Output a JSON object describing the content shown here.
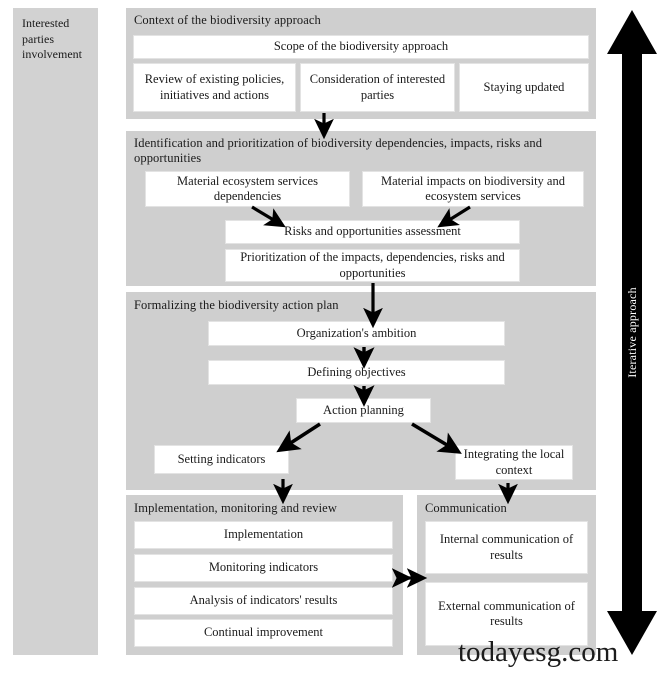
{
  "sidebar": {
    "label": "Interested parties involvement"
  },
  "iterative": {
    "label": "Iterative approach",
    "direction": "double-vertical"
  },
  "watermark": {
    "text": "todayesg.com"
  },
  "colors": {
    "panel_bg": "#cfcfcf",
    "sidebar_bg": "#d2d2d2",
    "box_bg": "#ffffff",
    "box_border": "#e3e3e3",
    "arrow": "#000000",
    "text": "#1a1a1a",
    "iterative_text": "#ffffff"
  },
  "sections": [
    {
      "id": "context",
      "title": "Context of the biodiversity approach",
      "boxes": [
        {
          "id": "scope",
          "label": "Scope of the biodiversity approach"
        },
        {
          "id": "review",
          "label": "Review of existing policies, initiatives and actions"
        },
        {
          "id": "consideration",
          "label": "Consideration of interested parties"
        },
        {
          "id": "staying",
          "label": "Staying updated"
        }
      ]
    },
    {
      "id": "identification",
      "title": "Identification and prioritization of biodiversity dependencies, impacts, risks and opportunities",
      "boxes": [
        {
          "id": "material-dependencies",
          "label": "Material ecosystem services dependencies"
        },
        {
          "id": "material-impacts",
          "label": "Material impacts on biodiversity and ecosystem services"
        },
        {
          "id": "risk-assessment",
          "label": "Risks and opportunities assessment"
        },
        {
          "id": "prioritization",
          "label": "Prioritization of the impacts, dependencies, risks and opportunities"
        }
      ]
    },
    {
      "id": "formalizing",
      "title": "Formalizing the biodiversity action plan",
      "boxes": [
        {
          "id": "ambition",
          "label": "Organization's ambition"
        },
        {
          "id": "objectives",
          "label": "Defining objectives"
        },
        {
          "id": "action-planning",
          "label": "Action planning"
        },
        {
          "id": "setting-indicators",
          "label": "Setting indicators"
        },
        {
          "id": "local-context",
          "label": "Integrating the local context"
        }
      ]
    },
    {
      "id": "implementation",
      "title": "Implementation, monitoring and review",
      "boxes": [
        {
          "id": "implementation",
          "label": "Implementation"
        },
        {
          "id": "monitoring-indicators",
          "label": "Monitoring indicators"
        },
        {
          "id": "analysis-results",
          "label": "Analysis of indicators' results"
        },
        {
          "id": "continual-improvement",
          "label": "Continual improvement"
        }
      ]
    },
    {
      "id": "communication",
      "title": "Communication",
      "boxes": [
        {
          "id": "internal-comm",
          "label": "Internal communication of results"
        },
        {
          "id": "external-comm",
          "label": "External communication of results"
        }
      ]
    }
  ]
}
